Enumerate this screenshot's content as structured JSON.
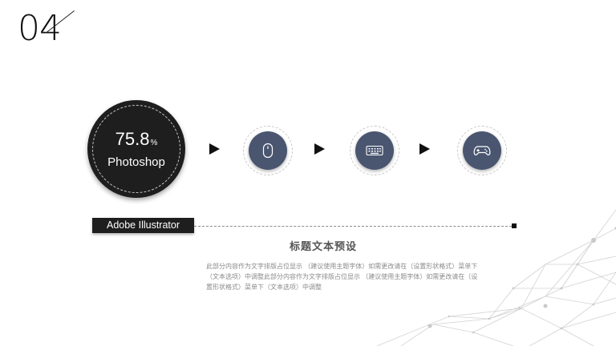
{
  "slide": {
    "number": "04"
  },
  "highlight": {
    "value": "75.8",
    "unit": "%",
    "app": "Photoshop"
  },
  "steps": [
    {
      "icon": "mouse-icon"
    },
    {
      "icon": "keyboard-icon"
    },
    {
      "icon": "gamepad-icon"
    }
  ],
  "timeline": {
    "label": "Adobe Illustrator"
  },
  "content": {
    "heading": "标题文本预设",
    "body": "此部分内容作为文字排版占位显示 （建议使用主题字体）如需更改请在（设置形状格式）菜单下（文本选项）中调整此部分内容作为文字排版占位显示 （建议使用主题字体）如需更改请在（设置形状格式）菜单下（文本选项）中调整"
  },
  "colors": {
    "dark": "#1e1e1e",
    "step_fill": "#4a5670",
    "muted_text": "#8a8a8a"
  }
}
